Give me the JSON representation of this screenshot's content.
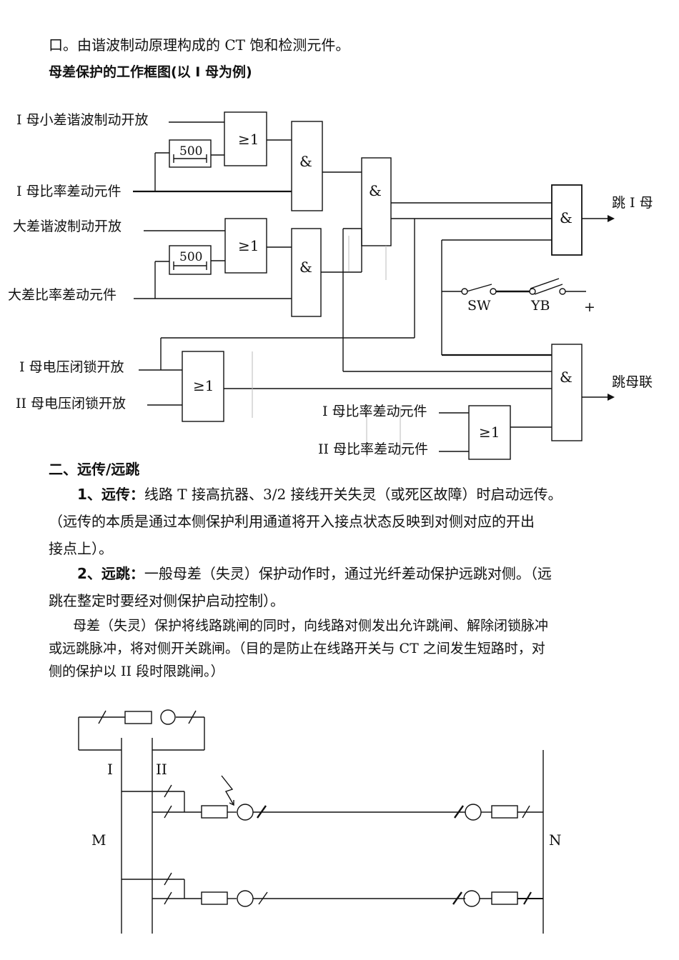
{
  "top_text": {
    "line1": "口。由谐波制动原理构成的 CT 饱和检测元件。",
    "heading": "母差保护的工作框图(以 I 母为例)"
  },
  "logic_diagram": {
    "inputs": {
      "i_small_diff_harmonic": "I 母小差谐波制动开放",
      "i_ratio_diff": "I 母比率差动元件",
      "big_diff_harmonic": "大差谐波制动开放",
      "big_ratio_diff": "大差比率差动元件",
      "i_voltage_lock": "I 母电压闭锁开放",
      "ii_voltage_lock": "II 母电压闭锁开放",
      "i_ratio_diff_2": "I 母比率差动元件",
      "ii_ratio_diff_2": "II 母比率差动元件"
    },
    "gates": {
      "or_symbol": "≥1",
      "and_symbol": "&",
      "delay": "500"
    },
    "switches": {
      "sw": "SW",
      "yb": "YB",
      "plus": "+"
    },
    "outputs": {
      "trip_i_bus": "跳 I 母",
      "trip_coupler": "跳母联"
    }
  },
  "section2": {
    "title": "二、远传/远跳",
    "p1_label": "1、远传：",
    "p1_line1": "线路 T 接高抗器、3/2 接线开关失灵（或死区故障）时启动远传。",
    "p1_line2": "（远传的本质是通过本侧保护利用通道将开入接点状态反映到对侧对应的开出",
    "p1_line3": "接点上）。",
    "p2_label": "2、远跳：",
    "p2_line1": "一般母差（失灵）保护动作时，通过光纤差动保护远跳对侧。（远",
    "p2_line2": "跳在整定时要经对侧保护启动控制）。",
    "p3_line1": "母差（失灵）保护将线路跳闸的同时，向线路对侧发出允许跳闸、解除闭锁脉冲",
    "p3_line2": "或远跳脉冲，将对侧开关跳闸。（目的是防止在线路开关与 CT 之间发生短路时，对",
    "p3_line3": "侧的保护以 II 段时限跳闸。）"
  },
  "system_diagram": {
    "bus_i": "I",
    "bus_ii": "II",
    "station_m": "M",
    "station_n": "N"
  }
}
